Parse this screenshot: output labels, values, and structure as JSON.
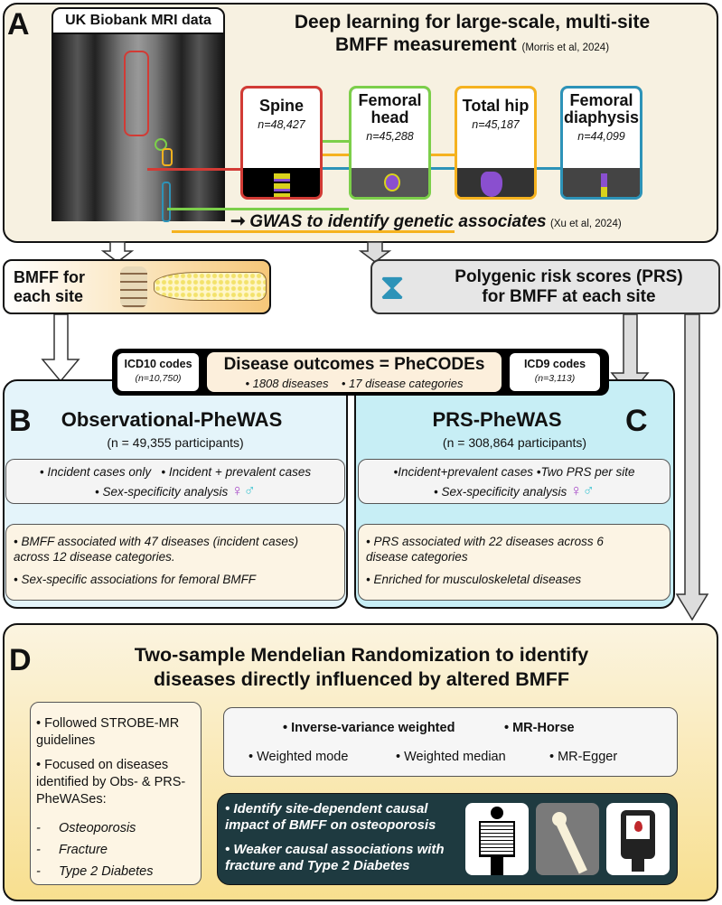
{
  "panel_a": {
    "letter": "A",
    "mri_label": "UK Biobank MRI data",
    "title_line1": "Deep learning for large-scale, multi-site",
    "title_line2": "BMFF measurement",
    "title_citation": "(Morris et al, 2024)",
    "sites": [
      {
        "name": "Spine",
        "n": "n=48,427",
        "color": "#d23b35"
      },
      {
        "name": "Femoral head",
        "n": "n=45,288",
        "color": "#7ccf4a"
      },
      {
        "name": "Total hip",
        "n": "n=45,187",
        "color": "#f5b21f"
      },
      {
        "name": "Femoral diaphysis",
        "n": "n=44,099",
        "color": "#2d93b8"
      }
    ],
    "gwas_text": "GWAS to identify genetic associates",
    "gwas_citation": "(Xu et al, 2024)"
  },
  "bmff_box": {
    "text": "BMFF for each site"
  },
  "prs_box": {
    "text_line1": "Polygenic risk scores (PRS)",
    "text_line2": "for BMFF at each site"
  },
  "outcomes": {
    "icd10_label": "ICD10 codes",
    "icd10_n": "(n=10,750)",
    "title": "Disease outcomes = PheCODEs",
    "item1": "• 1808 diseases",
    "item2": "• 17 disease categories",
    "icd9_label": "ICD9 codes",
    "icd9_n": "(n=3,113)"
  },
  "panel_b": {
    "letter": "B",
    "title": "Observational-PheWAS",
    "subtitle": "(n = 49,355 participants)",
    "method1": "• Incident cases only",
    "method2": "• Incident + prevalent cases",
    "method3": "• Sex-specificity analysis",
    "result1": "• BMFF associated with 47 diseases (incident cases) across 12 disease categories.",
    "result2": "• Sex-specific associations for femoral BMFF"
  },
  "panel_c": {
    "letter": "C",
    "title": "PRS-PheWAS",
    "subtitle": "(n = 308,864 participants)",
    "method1": "•Incident+prevalent cases",
    "method2": "•Two PRS per site",
    "method3": "• Sex-specificity analysis",
    "result1": "• PRS associated with 22 diseases across 6 disease categories",
    "result2": "• Enriched for musculoskeletal diseases"
  },
  "symbols": {
    "female": "♀",
    "male": "♂",
    "female_color": "#a94fc9",
    "male_color": "#4cc8d4"
  },
  "panel_d": {
    "letter": "D",
    "title_line1": "Two-sample Mendelian Randomization to identify",
    "title_line2": "diseases directly influenced by altered BMFF",
    "left": {
      "item1": "• Followed STROBE-MR guidelines",
      "item2": "• Focused on diseases identified by Obs- & PRS-PheWASes:",
      "diseases": [
        "Osteoporosis",
        "Fracture",
        "Type 2 Diabetes"
      ]
    },
    "methods": [
      "• Inverse-variance weighted",
      "• MR-Horse",
      "• Weighted mode",
      "• Weighted median",
      "• MR-Egger"
    ],
    "findings": [
      "• Identify site-dependent causal impact of BMFF on osteoporosis",
      "• Weaker causal associations with fracture and Type 2 Diabetes"
    ],
    "icons": [
      "skeleton-xray-icon",
      "fractured-femur-icon",
      "glucose-meter-icon"
    ]
  }
}
